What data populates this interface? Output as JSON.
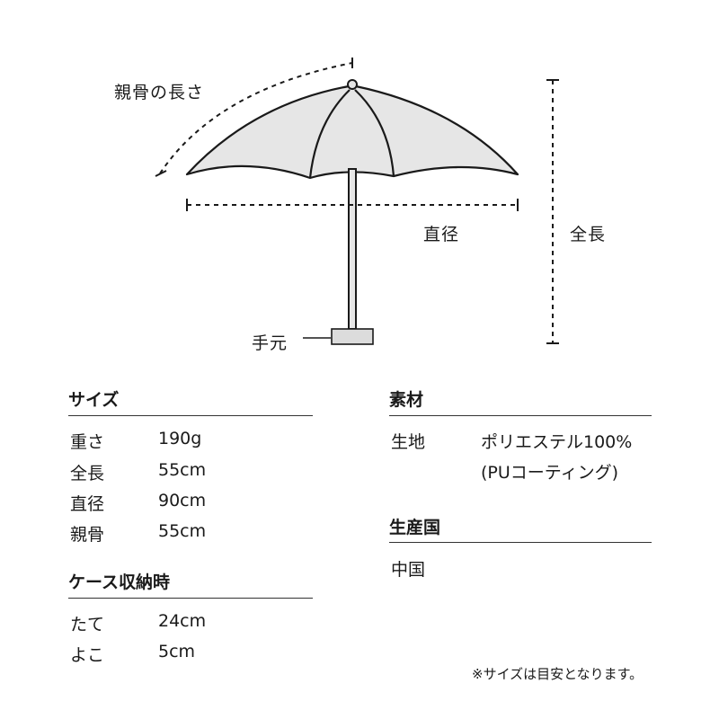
{
  "diagram": {
    "labels": {
      "rib_length": "親骨の長さ",
      "diameter": "直径",
      "total_length": "全長",
      "handle": "手元"
    },
    "colors": {
      "canopy_fill": "#e6e6e6",
      "outline": "#1a1a1a",
      "handle_fill": "#dcdcdc"
    }
  },
  "size": {
    "title": "サイズ",
    "rows": [
      {
        "label": "重さ",
        "value": "190g"
      },
      {
        "label": "全長",
        "value": "55cm"
      },
      {
        "label": "直径",
        "value": "90cm"
      },
      {
        "label": "親骨",
        "value": "55cm"
      }
    ]
  },
  "case": {
    "title": "ケース収納時",
    "rows": [
      {
        "label": "たて",
        "value": "24cm"
      },
      {
        "label": "よこ",
        "value": "5cm"
      }
    ]
  },
  "material": {
    "title": "素材",
    "row": {
      "label": "生地",
      "value_line1": "ポリエステル100%",
      "value_line2": "(PUコーティング)"
    }
  },
  "origin": {
    "title": "生産国",
    "value": "中国"
  },
  "note": "※サイズは目安となります。"
}
